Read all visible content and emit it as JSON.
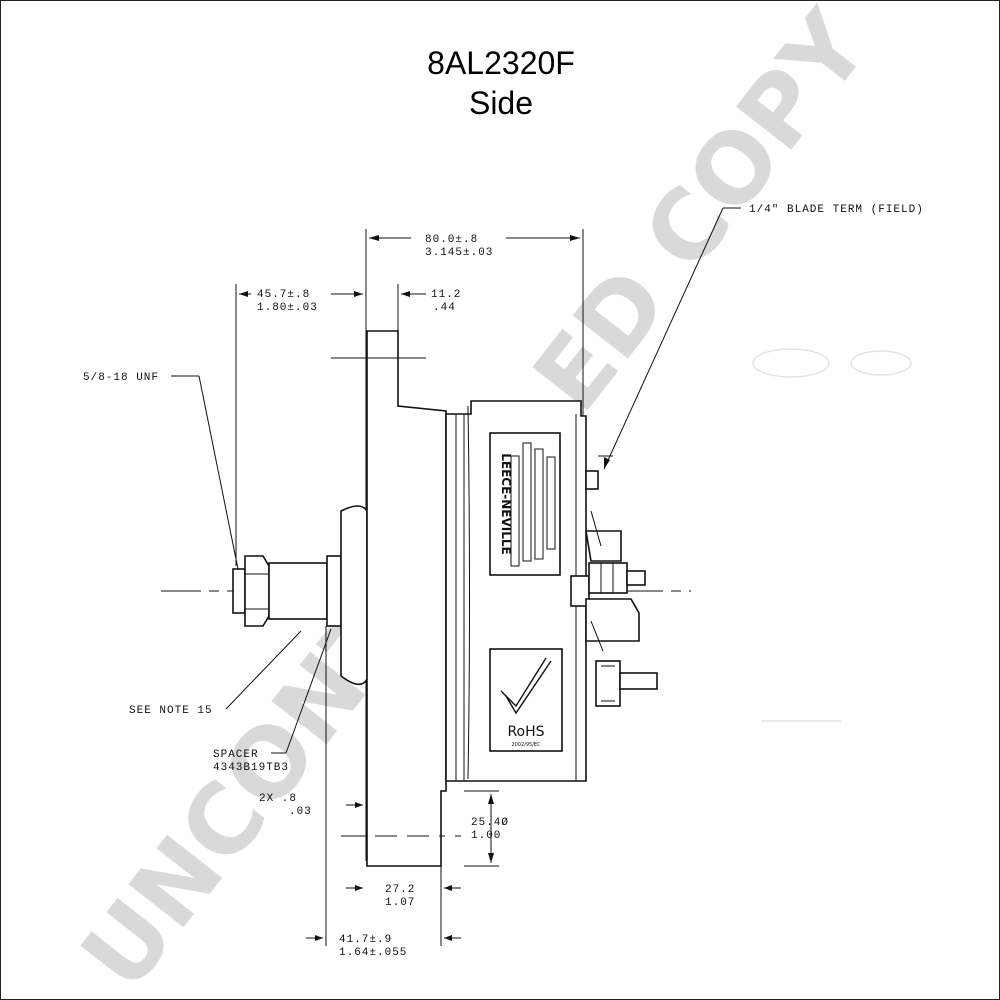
{
  "title": {
    "part_number": "8AL2320F",
    "view": "Side"
  },
  "watermark": {
    "text": "UNCONTROLLED COPY",
    "color": "#d2d2d2"
  },
  "dimensions": {
    "overall_mm": "80.0±.8",
    "overall_in": "3.145±.03",
    "left_mm": "45.7±.8",
    "left_in": "1.80±.03",
    "flange_mm": "11.2",
    "flange_in": ".44",
    "spacing_x": "2X  .8",
    "spacing_in": ".03",
    "dia_mm": "25.4Ø",
    "dia_in": "1.00",
    "foot_mm": "27.2",
    "foot_in": "1.07",
    "bottom_mm": "41.7±.9",
    "bottom_in": "1.64±.055"
  },
  "callouts": {
    "thread": "5/8-18 UNF",
    "blade_term": "1/4\" BLADE TERM (FIELD)",
    "see_note": "SEE NOTE 15",
    "spacer": "SPACER",
    "spacer_part": "4343B19TB3"
  },
  "labels": {
    "brand": "LEECE-NEVILLE",
    "rohs": "RoHS",
    "rohs_date": "2002/95/EC"
  }
}
